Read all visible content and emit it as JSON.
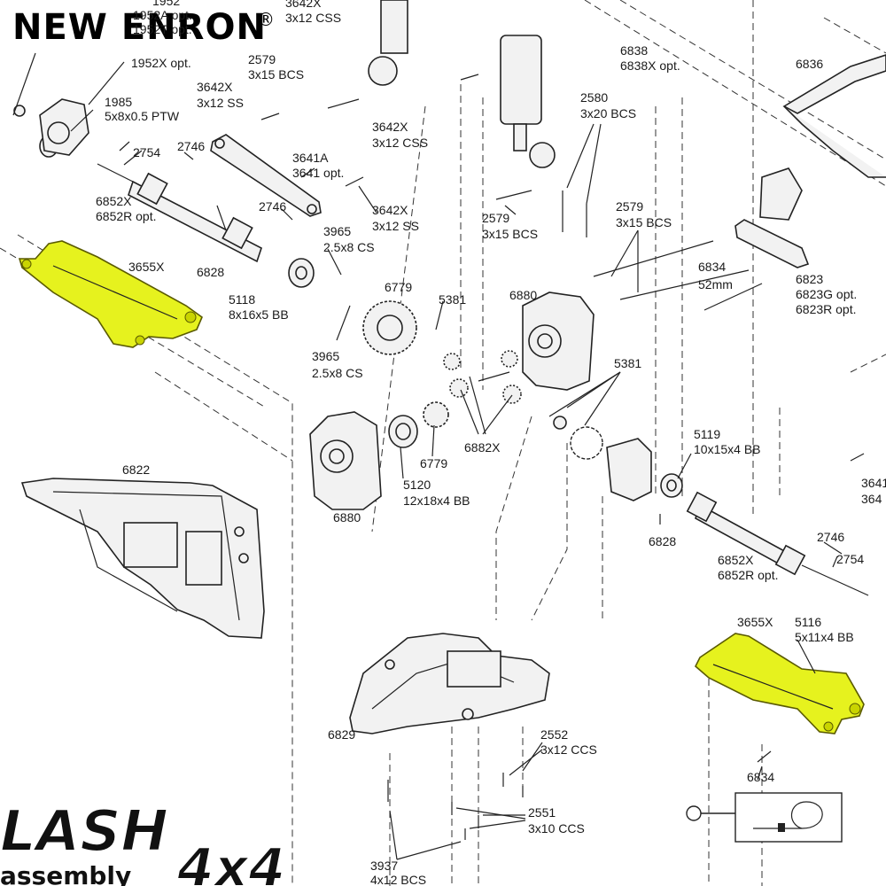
{
  "brand": {
    "name": "NEW ENRON",
    "mark": "®"
  },
  "labels": [
    "1952",
    "1952A opt.",
    "1952T opt.",
    "1952X opt.",
    "3642X",
    "3x12 CSS",
    "6838",
    "6838X opt.",
    "6836",
    "2579",
    "3x15 BCS",
    "1985",
    "5x8x0.5 PTW",
    "3642X",
    "3x12 SS",
    "2754",
    "2746",
    "3641A",
    "3641 opt.",
    "3642X",
    "3x12 CSS",
    "2580",
    "3x20 BCS",
    "6852X",
    "6852R opt.",
    "2746",
    "3642X",
    "3x12 SS",
    "2579",
    "3x15 BCS",
    "2579",
    "3x15 BCS",
    "3965",
    "2.5x8 CS",
    "3655X",
    "6828",
    "6779",
    "5118",
    "8x16x5  BB",
    "5381",
    "6880",
    "6834",
    "52mm",
    "6823",
    "6823G opt.",
    "6823R opt.",
    "3965",
    "2.5x8 CS",
    "5381",
    "6882X",
    "6779",
    "5120",
    "12x18x4 BB",
    "6880",
    "5119",
    "10x15x4 BB",
    "6822",
    "6828",
    "3641",
    "364",
    "2746",
    "2754",
    "6852X",
    "6852R opt.",
    "3655X",
    "5116",
    "5x11x4 BB",
    "6829",
    "2552",
    "3x12 CCS",
    "6834",
    "2551",
    "3x10 CCS",
    "3937",
    "4x12 BCS"
  ],
  "logo_text": "LASH 4x4 assembly"
}
